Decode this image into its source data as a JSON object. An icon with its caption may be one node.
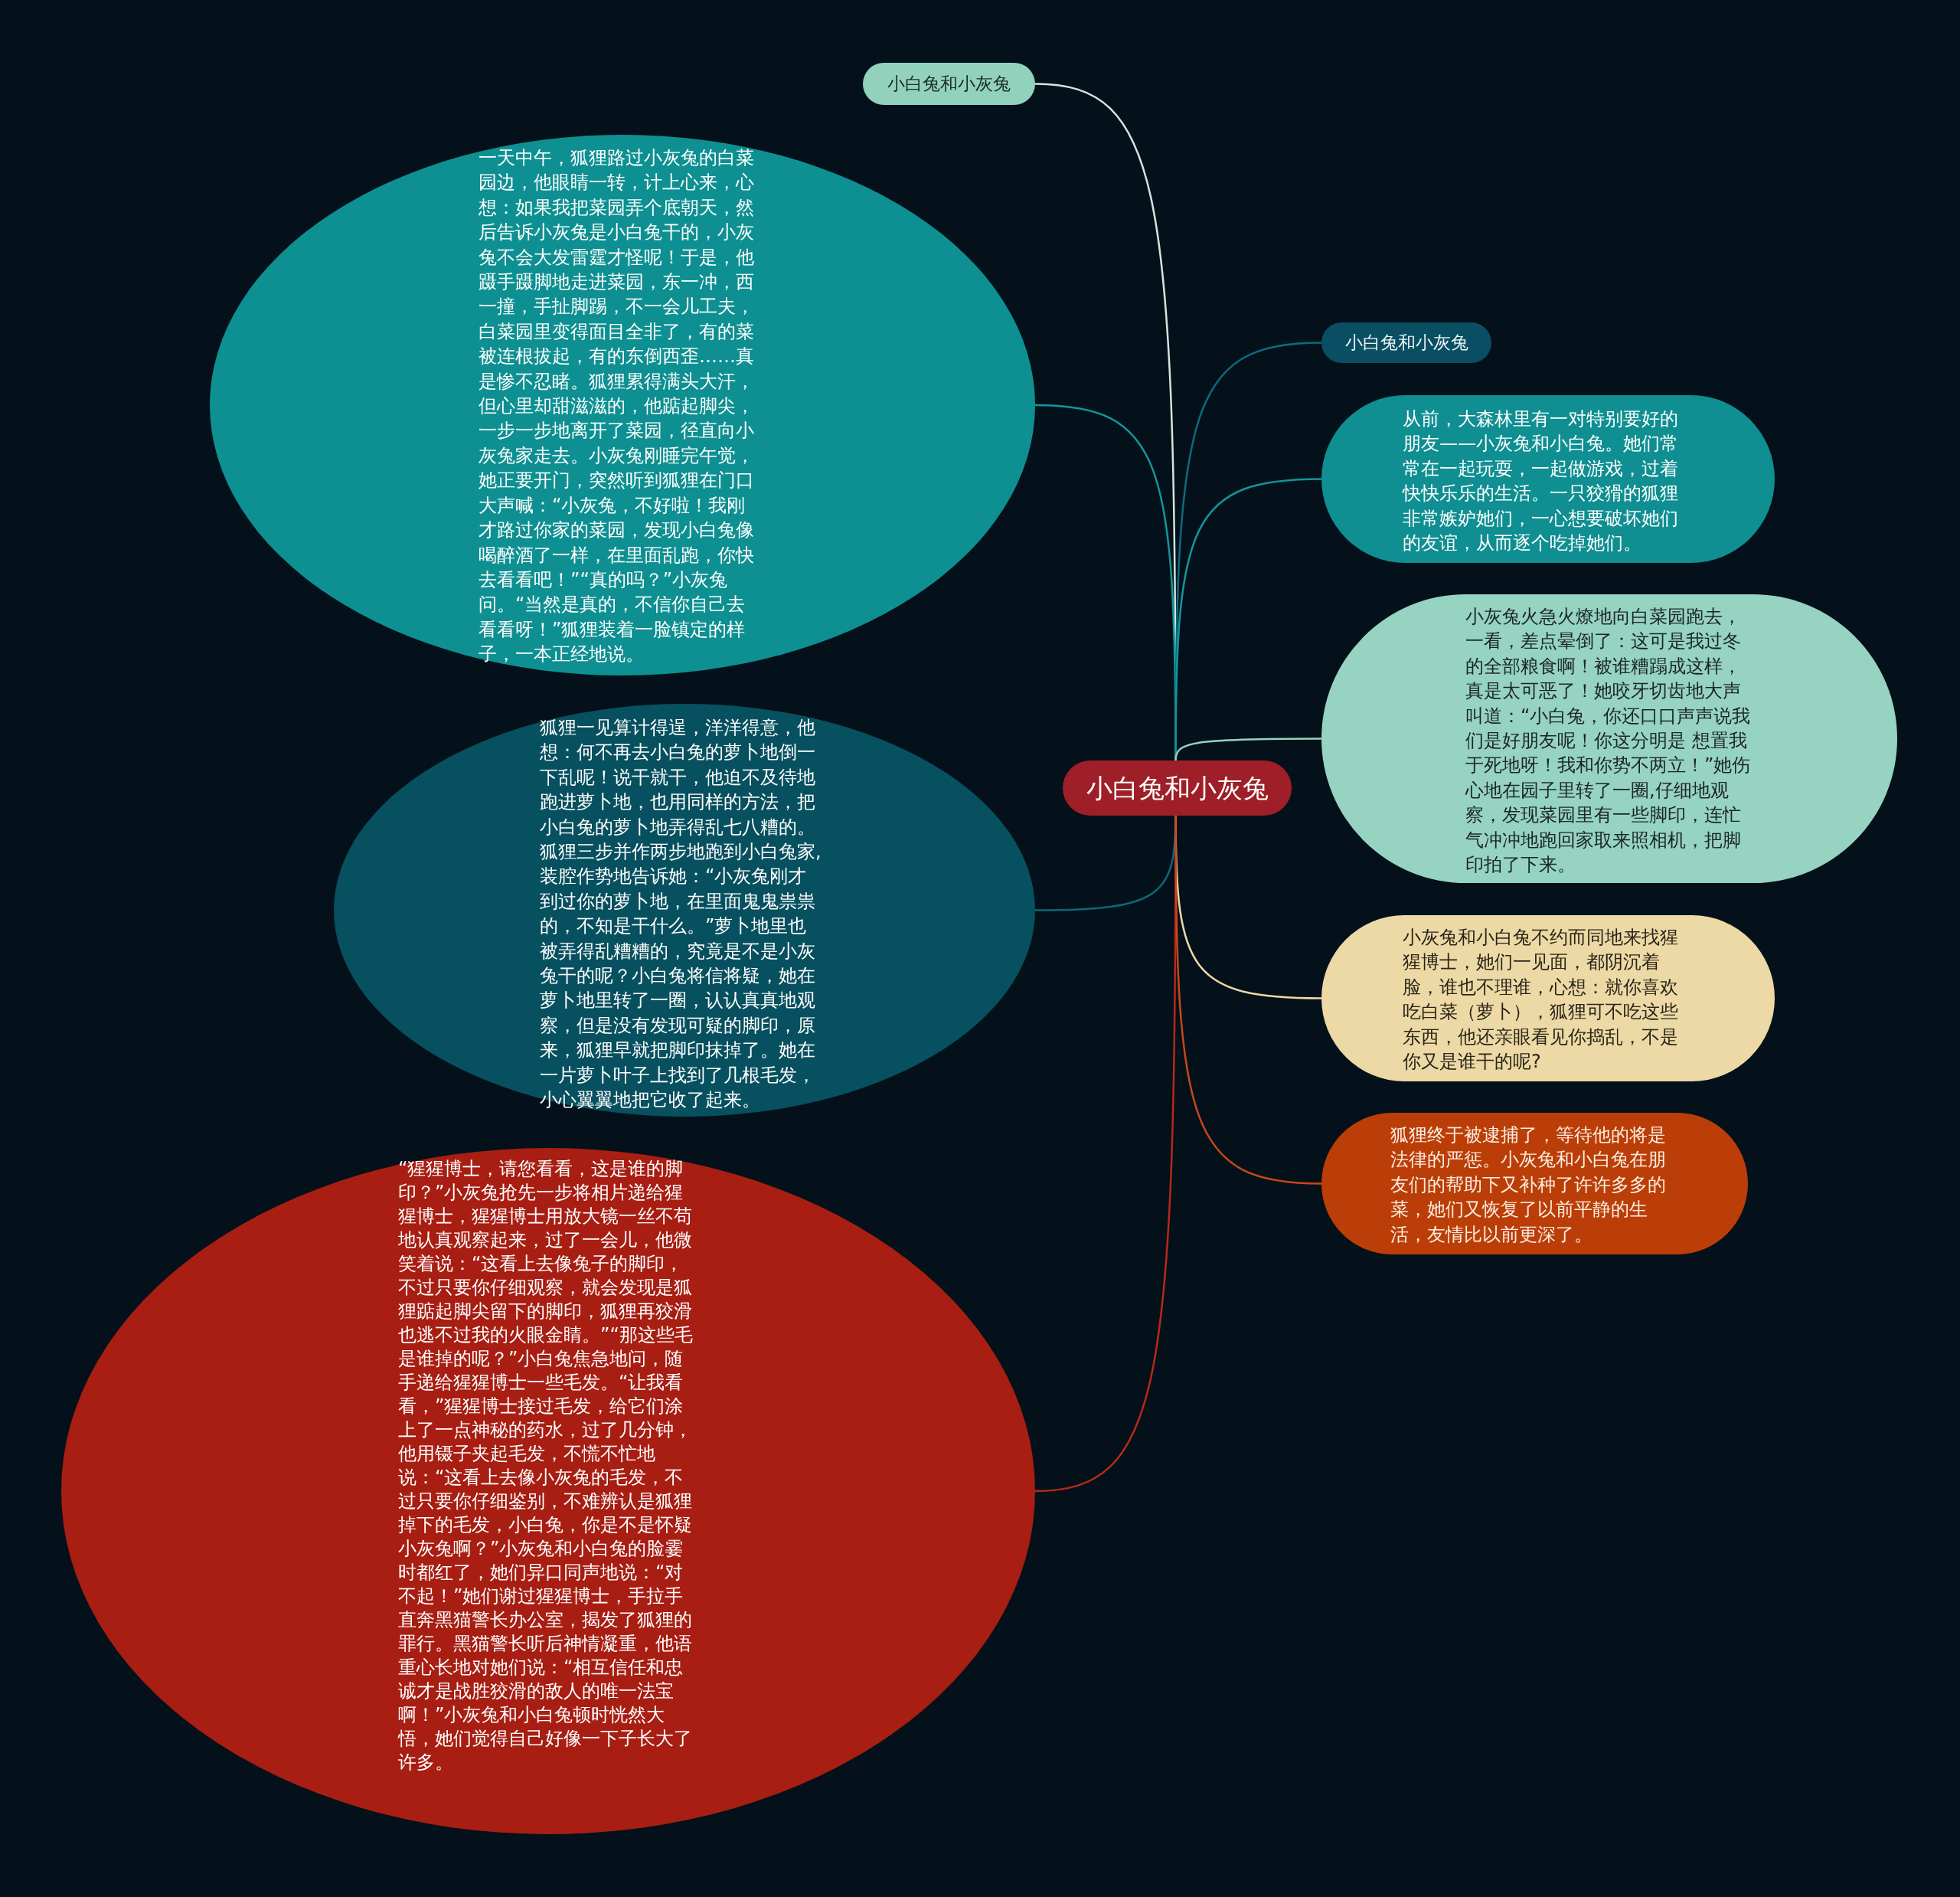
{
  "diagram": {
    "nodes": [
      {
        "text": [
          "小白兔和小灰兔"
        ]
      },
      {
        "text": [
          "小白兔和小灰兔"
        ]
      },
      {
        "text": [
          "一天中午，狐狸路过小灰兔的白菜园边，他眼睛一转，计上心来，心想：如果我把菜园弄个底朝天，然后告诉小灰兔是小白兔干的，小灰兔不会大发雷霆才怪呢！于是，他蹑手蹑脚地走进菜园，东一冲，西一撞，手扯脚踢，不一会儿工夫，白菜园里变得面目全非了，有的菜被连根拔起，有的东倒西歪……真是惨不忍睹。狐狸累得满头大汗，但心里却甜滋滋的，他踮起脚尖，一步一步地离开了菜园，径直向小灰兔家走去。小灰兔刚睡完午觉，她正要开门，突然听到狐狸在门口大声喊：“小灰兔，不好啦！我刚才路过你家的菜园，发现小白兔像喝醉酒了一样，在里面乱跑，你快去看看吧！”“真的吗？”小灰兔问。“当然是真的，不信你自己去看看呀！”狐狸装着一脸镇定的样子，一本正经地说。"
        ]
      },
      {
        "text": [
          "狐狸一见算计得逞，洋洋得意，他想：何不再去小白兔的萝卜地倒一下乱呢！说干就干，他迫不及待地跑进萝卜地，也用同样的方法，把小白兔的萝卜地弄得乱七八糟的。狐狸三步并作两步地跑到小白兔家,装腔作势地告诉她：“小灰兔刚才到过你的萝卜地，在里面鬼鬼祟祟的，不知是干什么。”萝卜地里也被弄得乱糟糟的，究竟是不是小灰兔干的呢？小白兔将信将疑，她在萝卜地里转了一圈，认认真真地观察，但是没有发现可疑的脚印，原来，狐狸早就把脚印抹掉了。她在一片萝卜叶子上找到了几根毛发，小心翼翼地把它收了起来。"
        ]
      },
      {
        "text": [
          "“猩猩博士，请您看看，这是谁的脚印？”小灰兔抢先一步将相片递给猩猩博士，猩猩博士用放大镜一丝不苟地认真观察起来，过了一会儿，他微笑着说：“这看上去像兔子的脚印，不过只要你仔细观察，就会发现是狐狸踮起脚尖留下的脚印，狐狸再狡滑也逃不过我的火眼金睛。”“那这些毛是谁掉的呢？”小白兔焦急地问，随手递给猩猩博士一些毛发。“让我看看，”猩猩博士接过毛发，给它们涂上了一点神秘的药水，过了几分钟，他用镊子夹起毛发，不慌不忙地说：“这看上去像小灰兔的毛发，不过只要你仔细鉴别，不难辨认是狐狸掉下的毛发，小白兔，你是不是怀疑小灰兔啊？”小灰兔和小白兔的脸霎时都红了，她们异口同声地说：“对不起！”她们谢过猩猩博士，手拉手直奔黑猫警长办公室，揭发了狐狸的罪行。黑猫警长听后神情凝重，他语重心长地对她们说：“相互信任和忠诚才是战胜狡滑的敌人的唯一法宝啊！”小灰兔和小白兔顿时恍然大悟，她们觉得自己好像一下子长大了许多。"
        ]
      },
      {
        "text": [
          "小白兔和小灰兔"
        ]
      },
      {
        "text": [
          "从前，大森林里有一对特别要好的朋友——小灰兔和小白兔。她们常常在一起玩耍，一起做游戏，过着快快乐乐的生活。一只狡猾的狐狸非常嫉妒她们，一心想要破坏她们的友谊，从而逐个吃掉她们。"
        ]
      },
      {
        "text": [
          "小灰兔火急火燎地向白菜园跑去，一看，差点晕倒了：这可是我过冬的全部粮食啊！被谁糟蹋成这样，真是太可恶了！她咬牙切齿地大声叫道：“小白兔，你还口口声声说我们是好朋友呢！你这分明是 想置我于死地呀！我和你势不两立！”她伤心地在园子里转了一圈,仔细地观察，发现菜园里有一些脚印，连忙气冲冲地跑回家取来照相机，把脚印拍了下来。"
        ]
      },
      {
        "text": [
          "小灰兔和小白兔不约而同地来找猩猩博士，她们一见面，都阴沉着脸，谁也不理谁，心想：就你喜欢吃白菜（萝卜），狐狸可不吃这些东西，他还亲眼看见你捣乱，不是你又是谁干的呢?"
        ]
      },
      {
        "text": [
          "狐狸终于被逮捕了，等待他的将是法律的严惩。小灰兔和小白兔在朋友们的帮助下又补种了许许多多的菜，她们又恢复了以前平静的生活，友情比以前更深了。"
        ]
      }
    ],
    "edges": [
      {
        "from": 0,
        "to": 1,
        "arrow": "none",
        "color": "#cfe7dc"
      },
      {
        "from": 0,
        "to": 2,
        "arrow": "none",
        "color": "#13969a"
      },
      {
        "from": 0,
        "to": 3,
        "arrow": "none",
        "color": "#0b6878"
      },
      {
        "from": 0,
        "to": 4,
        "arrow": "none",
        "color": "#b8281a"
      },
      {
        "from": 0,
        "to": 5,
        "arrow": "none",
        "color": "#0d6a80"
      },
      {
        "from": 0,
        "to": 6,
        "arrow": "none",
        "color": "#13969a"
      },
      {
        "from": 0,
        "to": 7,
        "arrow": "none",
        "color": "#96d3c0"
      },
      {
        "from": 0,
        "to": 8,
        "arrow": "none",
        "color": "#ecd9a5"
      },
      {
        "from": 0,
        "to": 9,
        "arrow": "none",
        "color": "#c8461a"
      }
    ]
  }
}
